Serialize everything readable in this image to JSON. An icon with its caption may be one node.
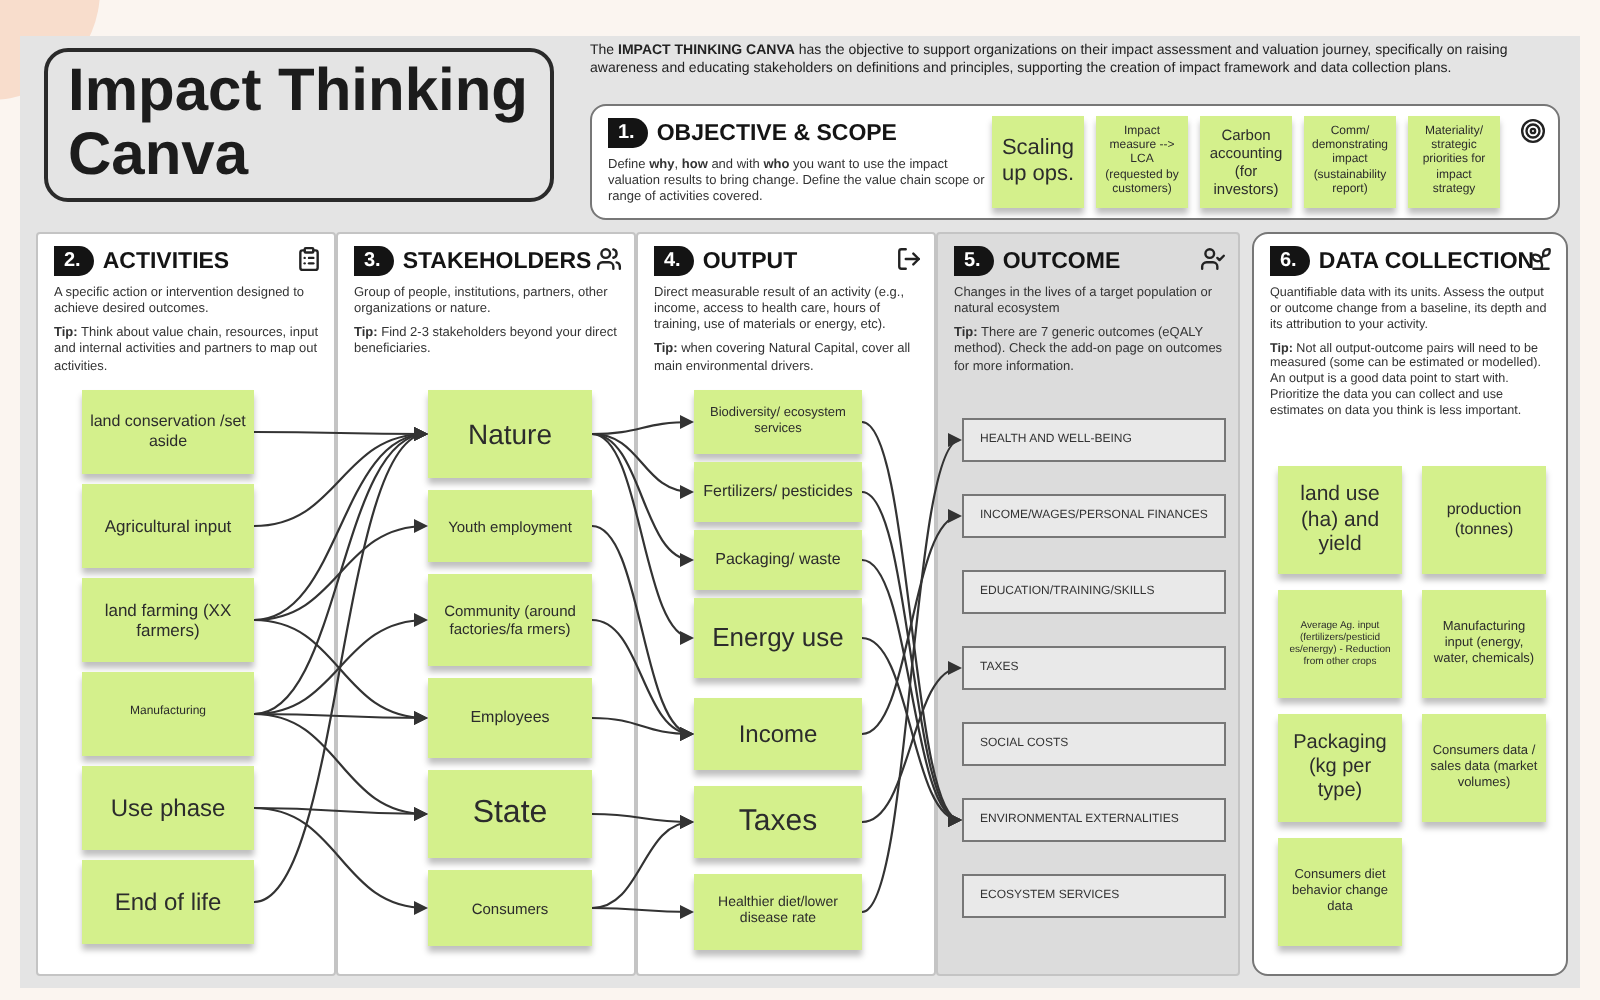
{
  "diagram": {
    "title": "Impact Thinking Canva",
    "nodes": [
      {
        "text": [
          "1.",
          "OBJECTIVE & SCOPE",
          "Define **why**, **how** and with **who** you want to use the impact valuation results to bring change. Define the value chain scope or range of activities covered."
        ]
      },
      {
        "text": [
          "Scaling up ops."
        ],
        "in": 0
      },
      {
        "text": [
          "Impact measure --> LCA (requested by customers)"
        ],
        "in": 0
      },
      {
        "text": [
          "Carbon accounting (for investors)"
        ],
        "in": 0
      },
      {
        "text": [
          "Comm/ demonstrating impact (sustainability report)"
        ],
        "in": 0
      },
      {
        "text": [
          "Materiality/ strategic priorities for impact strategy"
        ],
        "in": 0
      },
      {
        "text": [
          "2.",
          "ACTIVITIES",
          "A specific action or intervention designed to achieve desired outcomes.",
          "**Tip:** Think about value chain, resources, input and internal activities and partners to map out activities."
        ]
      },
      {
        "text": [
          "land conservation /set aside"
        ],
        "in": 6
      },
      {
        "text": [
          "Agricultural input"
        ],
        "in": 6
      },
      {
        "text": [
          "land farming (XX farmers)"
        ],
        "in": 6
      },
      {
        "text": [
          "Manufacturing"
        ],
        "in": 6
      },
      {
        "text": [
          "Use phase"
        ],
        "in": 6
      },
      {
        "text": [
          "End of life"
        ],
        "in": 6
      },
      {
        "text": [
          "3.",
          "STAKEHOLDERS",
          "Group of people, institutions, partners, other organizations or nature.",
          "**Tip:** Find 2-3 stakeholders beyond your direct beneficiaries."
        ]
      },
      {
        "text": [
          "Nature"
        ],
        "in": 13
      },
      {
        "text": [
          "Youth employment"
        ],
        "in": 13
      },
      {
        "text": [
          "Community (around factories/fa rmers)"
        ],
        "in": 13
      },
      {
        "text": [
          "Employees"
        ],
        "in": 13
      },
      {
        "text": [
          "State"
        ],
        "in": 13
      },
      {
        "text": [
          "Consumers"
        ],
        "in": 13
      },
      {
        "text": [
          "4.",
          "OUTPUT",
          "Direct measurable result of an activity (e.g., income, access to health care, hours of training, use of materials or energy, etc).",
          "**Tip:** when covering Natural Capital, cover all main environmental drivers."
        ]
      },
      {
        "text": [
          "Biodiversity/ ecosystem services"
        ],
        "in": 20
      },
      {
        "text": [
          "Fertilizers/ pesticides"
        ],
        "in": 20
      },
      {
        "text": [
          "Packaging/ waste"
        ],
        "in": 20
      },
      {
        "text": [
          "Energy use"
        ],
        "in": 20
      },
      {
        "text": [
          "Income"
        ],
        "in": 20
      },
      {
        "text": [
          "Taxes"
        ],
        "in": 20
      },
      {
        "text": [
          "Healthier diet/lower disease rate"
        ],
        "in": 20
      },
      {
        "text": [
          "5.",
          "OUTCOME",
          "Changes in the lives of a target population or natural ecosystem",
          "**Tip:** There are 7 generic outcomes (eQALY method). Check the add-on page on outcomes for more information."
        ]
      },
      {
        "text": [
          "HEALTH AND WELL-BEING"
        ],
        "in": 28
      },
      {
        "text": [
          "INCOME/WAGES/PERSONAL FINANCES"
        ],
        "in": 28
      },
      {
        "text": [
          "EDUCATION/TRAINING/SKILLS"
        ],
        "in": 28
      },
      {
        "text": [
          "TAXES"
        ],
        "in": 28
      },
      {
        "text": [
          "SOCIAL COSTS"
        ],
        "in": 28
      },
      {
        "text": [
          "ENVIRONMENTAL EXTERNALITIES"
        ],
        "in": 28
      },
      {
        "text": [
          "ECOSYSTEM SERVICES"
        ],
        "in": 28
      },
      {
        "text": [
          "6.",
          "DATA COLLECTION",
          "Quantifiable data with its units. Assess the output or outcome change from a baseline, its depth and its attribution to your activity.",
          "**Tip:** Not all output-outcome pairs will need to be measured (some can be estimated or modelled). An output is a good data point to start with. Prioritize the data you can collect and use estimates on data you think is less important."
        ]
      },
      {
        "text": [
          "land use (ha) and yield"
        ],
        "in": 36
      },
      {
        "text": [
          "production (tonnes)"
        ],
        "in": 36
      },
      {
        "text": [
          "Average Ag. input (fertilizers/pesticid es/energy) - Reduction from other crops"
        ],
        "in": 36
      },
      {
        "text": [
          "Manufacturing input (energy, water, chemicals)"
        ],
        "in": 36
      },
      {
        "text": [
          "Packaging (kg per type)"
        ],
        "in": 36
      },
      {
        "text": [
          "Consumers data / sales data (market volumes)"
        ],
        "in": 36
      },
      {
        "text": [
          "Consumers diet behavior change data"
        ],
        "in": 36
      }
    ],
    "edges": [
      {
        "from": 7,
        "to": 14,
        "arrow": "to"
      },
      {
        "from": 8,
        "to": 14,
        "arrow": "to"
      },
      {
        "from": 9,
        "to": 14,
        "arrow": "to"
      },
      {
        "from": 9,
        "to": 15,
        "arrow": "to"
      },
      {
        "from": 9,
        "to": 17,
        "arrow": "to"
      },
      {
        "from": 10,
        "to": 14,
        "arrow": "to"
      },
      {
        "from": 10,
        "to": 16,
        "arrow": "to"
      },
      {
        "from": 10,
        "to": 17,
        "arrow": "to"
      },
      {
        "from": 10,
        "to": 18,
        "arrow": "to"
      },
      {
        "from": 11,
        "to": 18,
        "arrow": "to"
      },
      {
        "from": 11,
        "to": 19,
        "arrow": "to"
      },
      {
        "from": 12,
        "to": 14,
        "arrow": "to"
      },
      {
        "from": 14,
        "to": 21,
        "arrow": "to"
      },
      {
        "from": 14,
        "to": 22,
        "arrow": "to"
      },
      {
        "from": 14,
        "to": 23,
        "arrow": "to"
      },
      {
        "from": 14,
        "to": 24,
        "arrow": "to"
      },
      {
        "from": 15,
        "to": 25,
        "arrow": "to"
      },
      {
        "from": 16,
        "to": 25,
        "arrow": "to"
      },
      {
        "from": 17,
        "to": 25,
        "arrow": "to"
      },
      {
        "from": 18,
        "to": 26,
        "arrow": "to"
      },
      {
        "from": 19,
        "to": 26,
        "arrow": "to"
      },
      {
        "from": 19,
        "to": 27,
        "arrow": "to"
      },
      {
        "from": 21,
        "to": 34,
        "arrow": "to"
      },
      {
        "from": 22,
        "to": 34,
        "arrow": "to"
      },
      {
        "from": 23,
        "to": 34,
        "arrow": "to"
      },
      {
        "from": 24,
        "to": 34,
        "arrow": "to"
      },
      {
        "from": 25,
        "to": 30,
        "arrow": "to"
      },
      {
        "from": 26,
        "to": 32,
        "arrow": "to"
      },
      {
        "from": 27,
        "to": 29,
        "arrow": "to"
      }
    ],
    "labels": [
      "The **IMPACT THINKING CANVA** has the objective to support organizations on their impact assessment and valuation journey, specifically on raising awareness and educating stakeholders on definitions and principles, supporting the creation of impact framework and data collection plans."
    ]
  }
}
